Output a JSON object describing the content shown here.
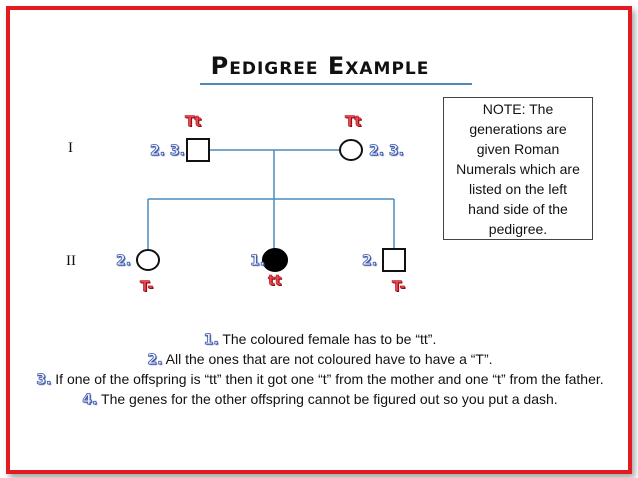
{
  "title": "Pedigree Example",
  "note": "NOTE: The generations are given Roman Numerals which are listed on the left hand side of the pedigree.",
  "generations": [
    "I",
    "II"
  ],
  "parents": {
    "male": {
      "genotype": "Tt",
      "tag": "2. 3."
    },
    "female": {
      "genotype": "Tt",
      "tag": "2. 3."
    }
  },
  "offspring": [
    {
      "tag": "2.",
      "genotype": "T-",
      "sex": "female",
      "affected": false
    },
    {
      "tag": "1.",
      "genotype": "tt",
      "sex": "female",
      "affected": true
    },
    {
      "tag": "2.",
      "genotype": "T-",
      "sex": "male",
      "affected": false
    }
  ],
  "points": [
    {
      "num": "1.",
      "text": "The coloured female has to be “tt”."
    },
    {
      "num": "2.",
      "text": "All the ones that are not coloured have to have a “T”."
    },
    {
      "num": "3.",
      "text": "If one of the offspring is “tt” then it got one “t” from the mother and one “t” from the father."
    },
    {
      "num": "4.",
      "text": "The genes for the other offspring cannot be figured out so you put a dash."
    }
  ],
  "colors": {
    "border": "#e21b23",
    "line": "#4b8bbe",
    "genotype": "#e8474f",
    "number": "#3a56a8"
  }
}
